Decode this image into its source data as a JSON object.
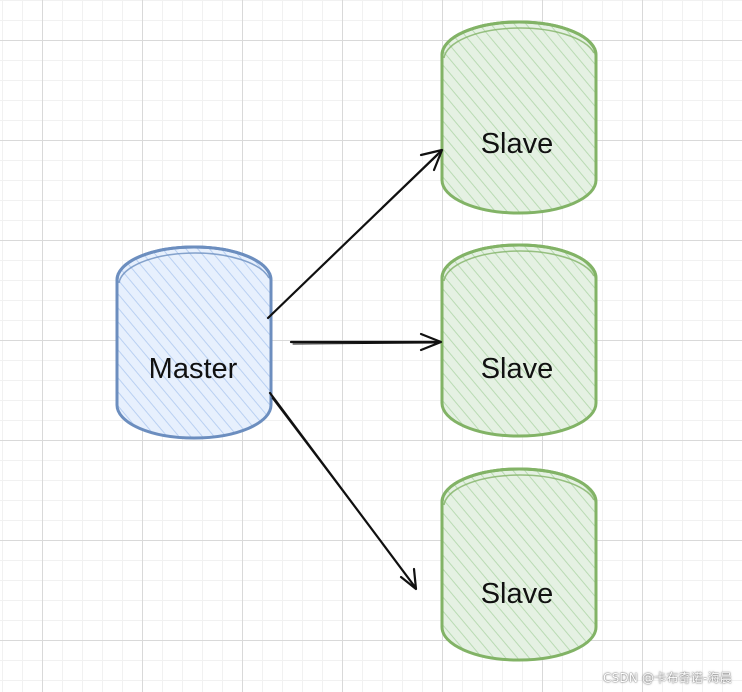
{
  "diagram": {
    "colors": {
      "master_stroke": "#6c8ebf",
      "master_fill": "#dae8fc",
      "slave_stroke": "#82b366",
      "slave_fill": "#d5e8d4",
      "arrow": "#111111"
    },
    "nodes": [
      {
        "id": "master",
        "label": "Master",
        "role": "master"
      },
      {
        "id": "slave-1",
        "label": "Slave",
        "role": "slave"
      },
      {
        "id": "slave-2",
        "label": "Slave",
        "role": "slave"
      },
      {
        "id": "slave-3",
        "label": "Slave",
        "role": "slave"
      }
    ],
    "edges": [
      {
        "from": "master",
        "to": "slave-1"
      },
      {
        "from": "master",
        "to": "slave-2"
      },
      {
        "from": "master",
        "to": "slave-3"
      }
    ]
  },
  "watermark": "CSDN @卡布奇诺-海晨"
}
